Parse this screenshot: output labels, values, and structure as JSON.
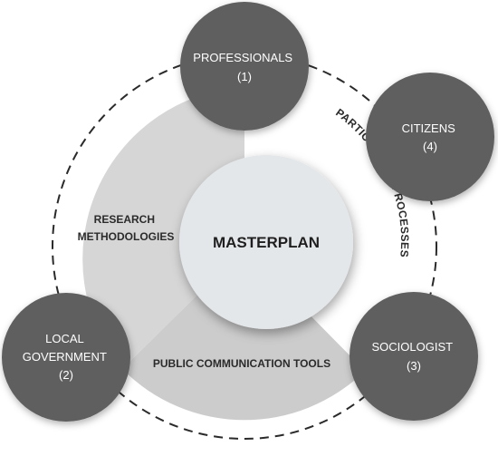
{
  "center": {
    "label": "MASTERPLAN"
  },
  "nodes": [
    {
      "id": "professionals",
      "line1": "PROFESSIONALS",
      "line2": "(1)"
    },
    {
      "id": "citizens",
      "line1": "CITIZENS",
      "line2": "(4)"
    },
    {
      "id": "sociologist",
      "line1": "SOCIOLOGIST",
      "line2": "(3)"
    },
    {
      "id": "local-government",
      "line1": "LOCAL",
      "line2": "GOVERNMENT",
      "line3": "(2)"
    }
  ],
  "sectors": {
    "research_line1": "RESEARCH",
    "research_line2": "METHODOLOGIES",
    "public_communication": "PUBLIC COMMUNICATION TOOLS",
    "participatory": "PARTICIPATORY PROCESSES"
  },
  "colors": {
    "node_fill": "#5f5f5f",
    "sector_light": "#d9d9d9",
    "sector_mid": "#c8c8c8",
    "center_fill": "#e4e7ea",
    "dashed_ring": "#2a2a2a"
  }
}
